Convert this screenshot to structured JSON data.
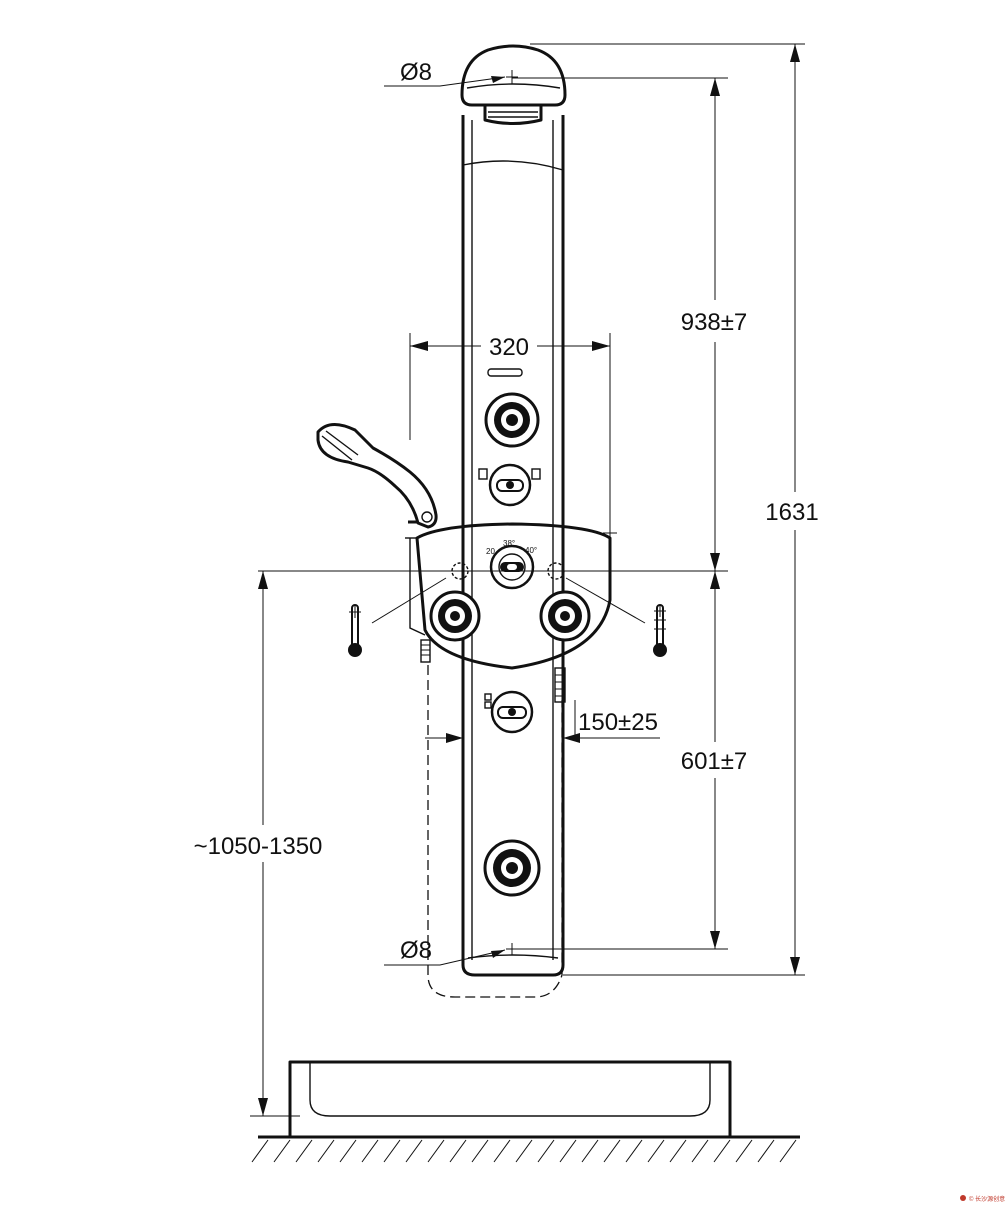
{
  "diagram": {
    "dimensions": {
      "top_diameter": "Ø8",
      "bottom_diameter": "Ø8",
      "width": "320",
      "upper_height": "938±7",
      "total_height": "1631",
      "lower_height": "601±7",
      "offset": "150±25",
      "mount_height": "~1050-1350"
    },
    "watermark": "© 长沙源创意"
  },
  "icons": {
    "thermometer_cold": "thermometer-icon",
    "thermometer_hot": "thermometer-icon"
  },
  "colors": {
    "line": "#111111",
    "background": "#ffffff",
    "watermark": "#c0392b"
  }
}
